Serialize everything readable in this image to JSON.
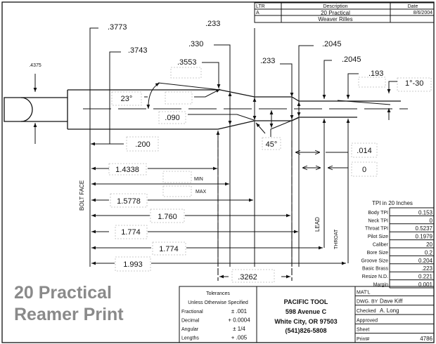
{
  "revision_block": {
    "headers": [
      "LTR",
      "Description",
      "Date"
    ],
    "rows": [
      {
        "ltr": "A",
        "description": "20 Practical",
        "date": "8/6/2004"
      },
      {
        "ltr": "",
        "description": "Weaver Rilles",
        "date": ""
      }
    ]
  },
  "diameters": {
    "pilot": ".4375",
    "d1": ".3773",
    "d2": ".3743",
    "d3": ".330",
    "d4": ".233",
    "d5": ".3553",
    "d6": ".233",
    "d7": ".2045",
    "d8": ".2045",
    "d9": ".193",
    "taper_angle": "1°-30",
    "shoulder_angle": "23°",
    "neck_angle": "45°",
    "radius": ".090",
    "base_length": ".200",
    "lead_len": ".014",
    "throat_len": "0"
  },
  "lengths": {
    "l1": "1.4338",
    "min_label": "MIN",
    "max_label": "MAX",
    "l2": "1.5778",
    "l3": "1.760",
    "l4": "1.774",
    "l5": "1.774",
    "l6": "1.993",
    "neck_len": ".3262",
    "bolt_face": "BOLT FACE",
    "lead": "LEAD",
    "throat": "THROAT"
  },
  "tpi_table": {
    "title": "TPI in 20 Inches",
    "rows": [
      {
        "label": "Body TPI",
        "value": "0.153"
      },
      {
        "label": "Neck TPI",
        "value": "0"
      },
      {
        "label": "Throat TPI",
        "value": "0.5237"
      },
      {
        "label": "Pilot Size",
        "value": "0.1979"
      },
      {
        "label": "Caliber",
        "value": "20"
      },
      {
        "label": "Bore Size",
        "value": "0.2"
      },
      {
        "label": "Groove Size",
        "value": "0.204"
      },
      {
        "label": "Basic Brass",
        "value": ".223"
      },
      {
        "label": "Resize N.D.",
        "value": "0.221"
      },
      {
        "label": "Margin",
        "value": "0.001"
      }
    ]
  },
  "print_title": {
    "line1": "20 Practical",
    "line2": "Reamer Print"
  },
  "tolerances": {
    "title": "Tolerances",
    "subtitle": "Unless Otherwise Specified",
    "rows": [
      {
        "label": "Fractional",
        "value": "± .001"
      },
      {
        "label": "Decimal",
        "value": "+ 0.0004"
      },
      {
        "label": "Angular",
        "value": "± 1/4"
      },
      {
        "label": "Lengths",
        "value": "+ .005"
      }
    ]
  },
  "company": {
    "name": "PACIFIC TOOL",
    "address": "598 Avenue C",
    "city": "White City, OR 97503",
    "phone": "(541)826-5808"
  },
  "title_block": {
    "rows": [
      {
        "label": "MAT'L",
        "value": ""
      },
      {
        "label": "DWG. BY",
        "value": "Dave Kiff"
      },
      {
        "label": "Checked",
        "value": "A. Long"
      },
      {
        "label": "Approved",
        "value": ""
      },
      {
        "label": "Sheet",
        "value": ""
      },
      {
        "label": "Print#",
        "value": "4786"
      }
    ]
  }
}
